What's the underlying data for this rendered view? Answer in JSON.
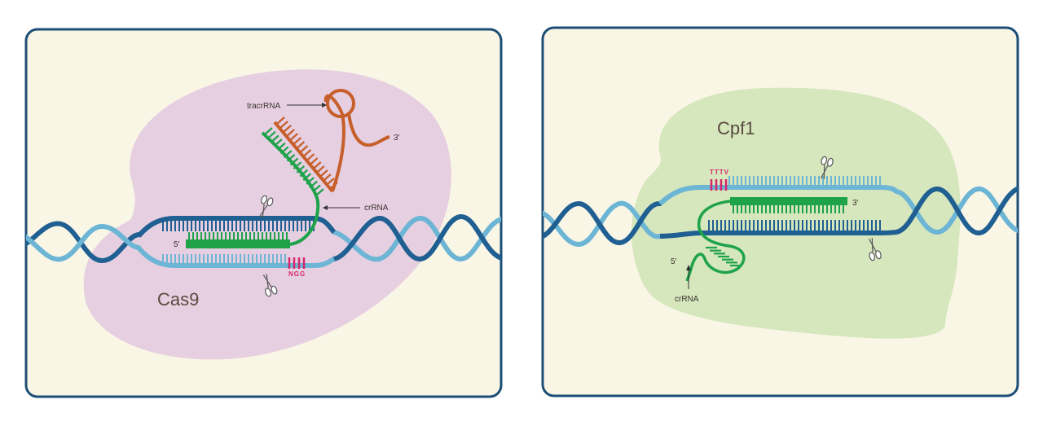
{
  "panels": [
    {
      "protein": "Cas9",
      "labels": {
        "tracr": "tracrRNA",
        "cr": "crRNA",
        "five_prime": "5'",
        "three_prime": "3'",
        "pam": "NGG"
      }
    },
    {
      "protein": "Cpf1",
      "labels": {
        "cr": "crRNA",
        "five_prime": "5'",
        "three_prime": "3'",
        "pam": "TTTV"
      }
    }
  ],
  "colors": {
    "panel_bg": "#f9f6e6",
    "panel_border": "#1d4e75",
    "cas9_blob": "#e6cfe0",
    "cpf1_blob": "#d6e6bd",
    "dna_dark": "#1f5f92",
    "dna_light": "#6cb5d5",
    "rna_green": "#1ea34a",
    "tracr_orange": "#c65f2a",
    "pam_pink": "#d6266b"
  }
}
